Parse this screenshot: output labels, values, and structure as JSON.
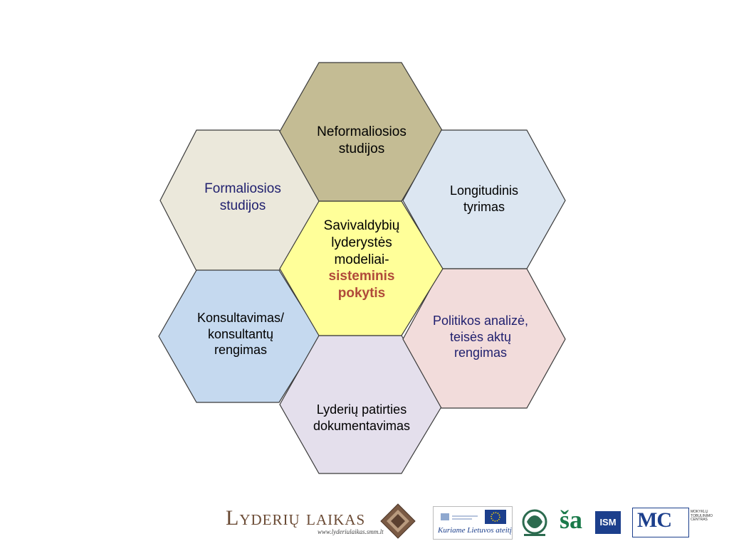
{
  "diagram": {
    "center": {
      "lines": [
        "Savivaldybių",
        "lyderystės",
        "modeliai-"
      ],
      "accent_lines": [
        "sisteminis",
        "pokytis"
      ]
    },
    "hexagons": {
      "top": {
        "lines": [
          "Neformaliosios",
          "studijos"
        ],
        "fill": "#c4bc94"
      },
      "upper_left": {
        "lines": [
          "Formaliosios",
          "studijos"
        ],
        "fill": "#ebe8db"
      },
      "upper_right": {
        "lines": [
          "Longitudinis",
          "tyrimas"
        ],
        "fill": "#dce6f1"
      },
      "lower_left": {
        "lines": [
          "Konsultavimas/",
          "konsultantų",
          "rengimas"
        ],
        "fill": "#c5d9ef"
      },
      "lower_right": {
        "lines": [
          "Politikos analizė,",
          "teisės aktų",
          "rengimas"
        ],
        "fill": "#f2dcdb"
      },
      "bottom": {
        "lines": [
          "Lyderių patirties",
          "dokumentavimas"
        ],
        "fill": "#e4dfec"
      },
      "center_fill": "#ffff99"
    }
  },
  "footer": {
    "brand": "Lyderių laikas",
    "url": "www.lyderiulaikas.smm.lt",
    "eu_slogan": "Kuriame Lietuvos ateitį",
    "mc_letters": "MC",
    "mc_caption": [
      "MOKYKLŲ",
      "TOBULINIMO",
      "CENTRAS"
    ],
    "ism": "ISM",
    "sa": "šа"
  }
}
